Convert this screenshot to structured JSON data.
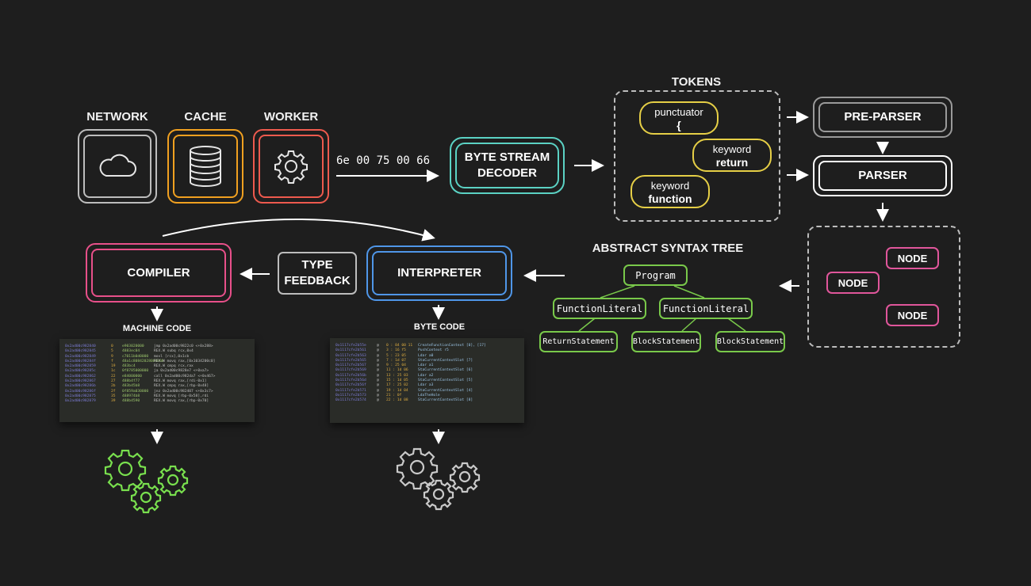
{
  "colors": {
    "background": "#1e1e1e",
    "network": "#bdbdbd",
    "cache": "#f0a020",
    "worker": "#ee5a4e",
    "decoder": "#5bd2c4",
    "tokens": "#e6cf46",
    "parser": "#ffffff",
    "node": "#e0569b",
    "ast": "#79c94a",
    "interpreter": "#4f96e8",
    "compiler": "#e8508a",
    "machine_gears": "#79e04e",
    "bytecode_gears": "#c9c9c9"
  },
  "sources": [
    {
      "label": "NETWORK",
      "icon": "cloud-icon"
    },
    {
      "label": "CACHE",
      "icon": "database-icon"
    },
    {
      "label": "WORKER",
      "icon": "gear-icon"
    }
  ],
  "byte_stream": "6e 00 75 00 66",
  "decoder": {
    "line1": "BYTE STREAM",
    "line2": "DECODER"
  },
  "tokens": {
    "title": "TOKENS",
    "items": [
      {
        "kind": "punctuator",
        "value": "{"
      },
      {
        "kind": "keyword",
        "value": "return"
      },
      {
        "kind": "keyword",
        "value": "function"
      }
    ]
  },
  "pre_parser": "PRE-PARSER",
  "parser": "PARSER",
  "nodes": [
    "NODE",
    "NODE",
    "NODE"
  ],
  "ast": {
    "title": "ABSTRACT SYNTAX TREE",
    "program": "Program",
    "literals": [
      "FunctionLiteral",
      "FunctionLiteral"
    ],
    "leaves": [
      "ReturnStatement",
      "BlockStatement",
      "BlockStatement"
    ]
  },
  "interpreter": "INTERPRETER",
  "type_feedback": {
    "line1": "TYPE",
    "line2": "FEEDBACK"
  },
  "compiler": "COMPILER",
  "machine_code": {
    "title": "MACHINE CODE",
    "rows": [
      [
        "0x2ad00c982840",
        "0",
        "e903020000",
        "jmp 0x2ad00c9822c0  <+0x288>"
      ],
      [
        "0x2ad00c982845",
        "5",
        "4883ec04",
        "REX.W subq rcx,0x4"
      ],
      [
        "0x2ad00c982849",
        "9",
        "c7011b0d0000",
        "movl [rcx],0x1cb"
      ],
      [
        "0x2ad00c98284f",
        "f",
        "48a1c80842028000000",
        "REX.W movq rax,[0x1034200c0]"
      ],
      [
        "0x2ad00c982859",
        "19",
        "483bc4",
        "REX.W cmpq rcx,rax"
      ],
      [
        "0x2ad00c98285c",
        "1c",
        "0f8785000000",
        "ja 0x2ad00c9828e7  <+0xa7>"
      ],
      [
        "0x2ad00c982862",
        "22",
        "e84000000",
        "call 0x2ad00c982da7  <+0x467>"
      ],
      [
        "0x2ad00c982867",
        "27",
        "488b4f77",
        "REX.W movq rax,[rdi-0x1]"
      ],
      [
        "0x2ad00c98286b",
        "2b",
        "483b45b8",
        "REX.W cmpq rax,[rbp-0x48]"
      ],
      [
        "0x2ad00c98286f",
        "2f",
        "0f859a030000",
        "jnz 0x2ad00c982407  <+0x3c7>"
      ],
      [
        "0x2ad00c982875",
        "35",
        "488974b8",
        "REX.W movq [rbp-0x58],rdi"
      ],
      [
        "0x2ad00c982879",
        "39",
        "488b4590",
        "REX.W movq rax,[rbp-0x70]"
      ]
    ]
  },
  "byte_code": {
    "title": "BYTE CODE",
    "rows": [
      [
        "0x1117cfe2b55e",
        "@",
        "0 : 84 00 11",
        "CreateFunctionContext [0], [17]"
      ],
      [
        "0x1117cfe2b561",
        "@",
        "3 : 16 f5",
        "PushContext r5"
      ],
      [
        "0x1117cfe2b563",
        "@",
        "5 : 23 05",
        "Ldar a0"
      ],
      [
        "0x1117cfe2b565",
        "@",
        "7 : 1d 07",
        "StaCurrentContextSlot [7]"
      ],
      [
        "0x1117cfe2b567",
        "@",
        "9 : 25 04",
        "Ldar a1"
      ],
      [
        "0x1117cfe2b569",
        "@",
        "11 : 1d 06",
        "StaCurrentContextSlot [6]"
      ],
      [
        "0x1117cfe2b56b",
        "@",
        "13 : 25 03",
        "Ldar a2"
      ],
      [
        "0x1117cfe2b56d",
        "@",
        "15 : 1d 05",
        "StaCurrentContextSlot [5]"
      ],
      [
        "0x1117cfe2b56f",
        "@",
        "17 : 25 02",
        "Ldar a3"
      ],
      [
        "0x1117cfe2b571",
        "@",
        "19 : 1d 04",
        "StaCurrentContextSlot [4]"
      ],
      [
        "0x1117cfe2b573",
        "@",
        "21 : 0f",
        "LdaTheHole"
      ],
      [
        "0x1117cfe2b574",
        "@",
        "22 : 1d 08",
        "StaCurrentContextSlot [8]"
      ]
    ]
  }
}
